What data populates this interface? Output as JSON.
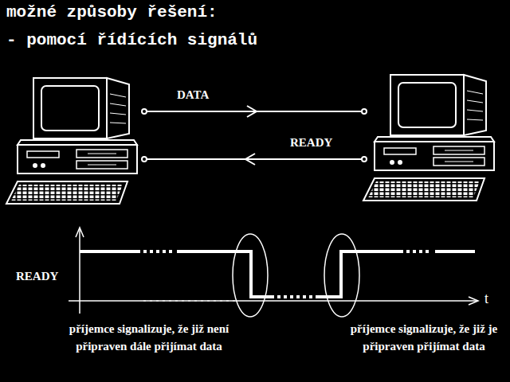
{
  "diagram": {
    "title": "možné způsoby řešení:",
    "labels": [
      "- pomocí řídících signálů",
      "DATA",
      "READY",
      "READY",
      "t",
      "příjemce signalizuje, že již není připraven dále přijímat data",
      "příjemce signalizuje, že již je připraven přijímat data"
    ]
  }
}
